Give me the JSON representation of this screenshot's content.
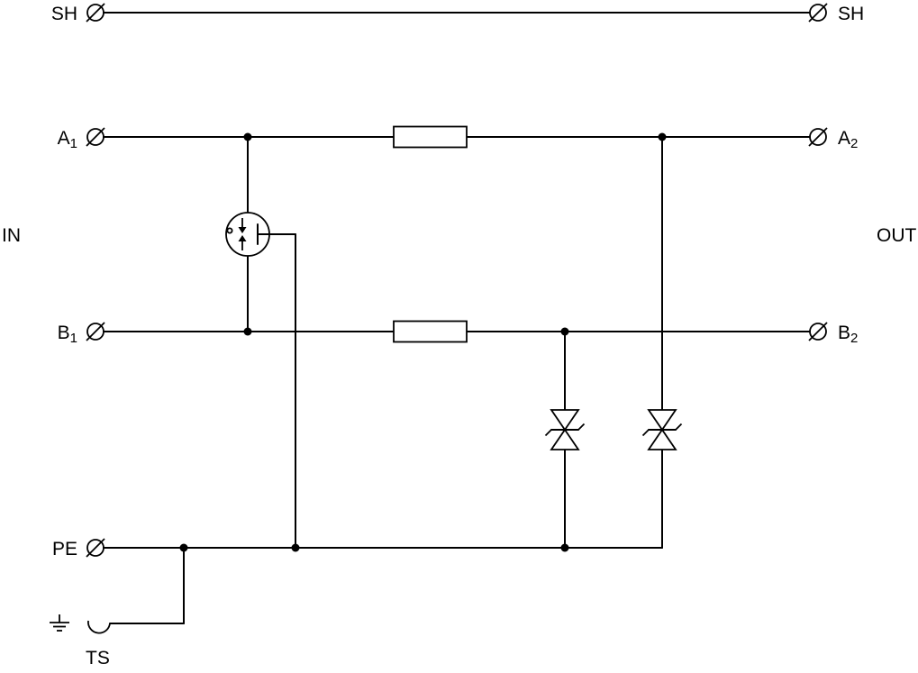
{
  "page": {
    "background": "#ffffff",
    "ink": "#000000",
    "kind": "surge-protection circuit schematic"
  },
  "labels": {
    "in": "IN",
    "out": "OUT",
    "sh_left": "SH",
    "sh_right": "SH",
    "a_in": {
      "main": "A",
      "sub": "1"
    },
    "a_out": {
      "main": "A",
      "sub": "2"
    },
    "b_in": {
      "main": "B",
      "sub": "1"
    },
    "b_out": {
      "main": "B",
      "sub": "2"
    },
    "pe": "PE",
    "ts": "TS"
  },
  "components": {
    "terminal_icons": [
      "sh-left-terminal",
      "a1-terminal",
      "b1-terminal",
      "pe-terminal",
      "sh-right-terminal",
      "a2-terminal",
      "b2-terminal"
    ],
    "symbol_icons": [
      "gas-discharge-tube-icon",
      "series-impedance-a-icon",
      "series-impedance-b-icon",
      "suppressor-diode-b-icon",
      "suppressor-diode-a-icon",
      "earth-ground-icon",
      "rail-terminal-hook-icon"
    ]
  }
}
